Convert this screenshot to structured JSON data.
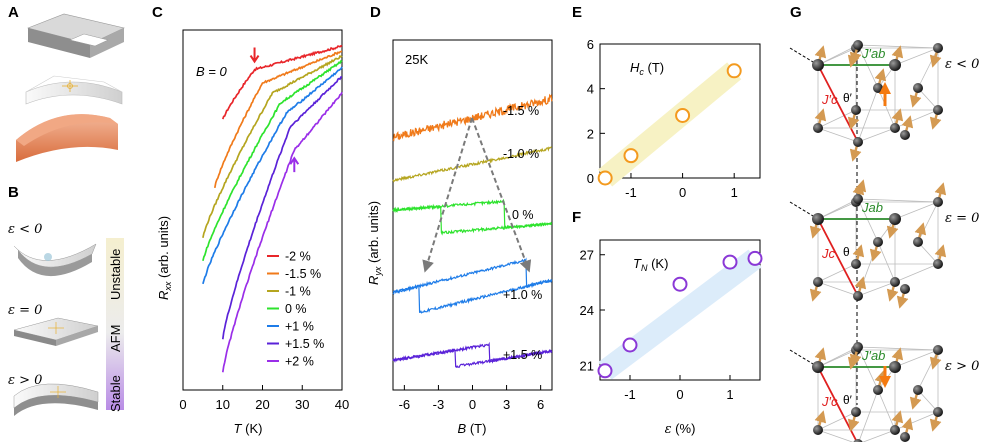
{
  "panels": {
    "A": "A",
    "B": "B",
    "C": "C",
    "D": "D",
    "E": "E",
    "F": "F",
    "G": "G"
  },
  "panel_b": {
    "eps_neg": "ε < 0",
    "eps_zero": "ε = 0",
    "eps_pos": "ε > 0",
    "bar_labels": [
      "Stable",
      "AFM",
      "Unstable"
    ]
  },
  "panel_g": {
    "eps_labels": [
      "ε < 0",
      "ε = 0",
      "ε > 0"
    ],
    "jab_labels": [
      "J′ab",
      "Jab",
      "J′ab"
    ],
    "jc_labels": [
      "J′c",
      "Jc",
      "J′c"
    ],
    "theta": "θ",
    "theta_prime": "θ′"
  },
  "chart_data": [
    {
      "panel": "C",
      "type": "line",
      "annotation": "B = 0",
      "xlabel": "T (K)",
      "ylabel": "Rxx (arb. units)",
      "xlim": [
        0,
        40
      ],
      "xticks": [
        0,
        10,
        20,
        30,
        40
      ],
      "legend_position": "lower-right",
      "series": [
        {
          "name": "-2 %",
          "color": "#e8262a",
          "kink": 18,
          "x": [
            10,
            18,
            40
          ],
          "y": [
            0.78,
            0.93,
            1.0
          ]
        },
        {
          "name": "-1.5 %",
          "color": "#f07a1a",
          "kink": 20,
          "x": [
            8,
            20,
            40
          ],
          "y": [
            0.58,
            0.89,
            0.985
          ]
        },
        {
          "name": "-1 %",
          "color": "#b5a51f",
          "kink": 22.5,
          "x": [
            5,
            22.5,
            40
          ],
          "y": [
            0.43,
            0.86,
            0.97
          ]
        },
        {
          "name": "0 %",
          "color": "#2ee32e",
          "kink": 24.5,
          "x": [
            5,
            24.5,
            40
          ],
          "y": [
            0.36,
            0.83,
            0.955
          ]
        },
        {
          "name": "+1 %",
          "color": "#1e7ce8",
          "kink": 26,
          "x": [
            5,
            26,
            40
          ],
          "y": [
            0.29,
            0.8,
            0.935
          ]
        },
        {
          "name": "+1.5 %",
          "color": "#5a22d8",
          "kink": 27,
          "x": [
            10,
            27,
            40
          ],
          "y": [
            0.13,
            0.76,
            0.91
          ]
        },
        {
          "name": "+2 %",
          "color": "#9a2ee8",
          "kink": 28,
          "x": [
            10,
            28,
            40
          ],
          "y": [
            0.03,
            0.69,
            0.86
          ]
        }
      ],
      "arrows": [
        {
          "x": 18,
          "color": "#e8262a",
          "direction": "down"
        },
        {
          "x": 28,
          "color": "#9a2ee8",
          "direction": "up"
        }
      ]
    },
    {
      "panel": "D",
      "type": "line",
      "annotation": "25K",
      "xlabel": "B (T)",
      "ylabel": "Ryx (arb. units)",
      "xlim": [
        -7,
        7
      ],
      "xticks": [
        -6,
        -3,
        0,
        3,
        6
      ],
      "series": [
        {
          "name": "-1.5 %",
          "color": "#f07a1a",
          "shape": "linear",
          "slope": 0.06,
          "offset": 0.8,
          "hysteresis": 0
        },
        {
          "name": "-1.0 %",
          "color": "#b5a51f",
          "shape": "linear",
          "slope": 0.05,
          "offset": 0.66,
          "hysteresis": 0
        },
        {
          "name": "0 %",
          "color": "#2ee32e",
          "shape": "loop",
          "slope": 0.02,
          "offset": 0.5,
          "hysteresis": 0.08,
          "coercive_field": 2.8
        },
        {
          "name": "+1.0 %",
          "color": "#1e7ce8",
          "shape": "loop",
          "slope": 0.06,
          "offset": 0.29,
          "hysteresis": 0.08,
          "coercive_field": 4.7
        },
        {
          "name": "+1.5 %",
          "color": "#5a22d8",
          "shape": "loop",
          "slope": 0.04,
          "offset": 0.08,
          "hysteresis": 0.05,
          "coercive_field": 1.5
        }
      ]
    },
    {
      "panel": "E",
      "type": "scatter",
      "annotation": "Hc (T)",
      "xlim": [
        -1.6,
        1.5
      ],
      "ylim": [
        0,
        6
      ],
      "xticks": [
        -1,
        0,
        1
      ],
      "yticks": [
        0,
        2,
        4,
        6
      ],
      "marker_color": "#f39a1e",
      "band_color": "#f7f2c4",
      "x": [
        -1.5,
        -1.0,
        0.0,
        1.0
      ],
      "y": [
        0.0,
        1.0,
        2.8,
        4.8
      ]
    },
    {
      "panel": "F",
      "type": "scatter",
      "annotation": "TN (K)",
      "xlabel": "ε (%)",
      "xlim": [
        -1.6,
        1.6
      ],
      "ylim": [
        20.2,
        27.8
      ],
      "xticks": [
        -1,
        0,
        1
      ],
      "yticks": [
        21,
        24,
        27
      ],
      "marker_color": "#8a38d6",
      "band_color": "#dcecfa",
      "x": [
        -1.5,
        -1.0,
        0.0,
        1.0,
        1.5
      ],
      "y": [
        20.7,
        22.1,
        25.4,
        26.6,
        26.8
      ]
    }
  ]
}
